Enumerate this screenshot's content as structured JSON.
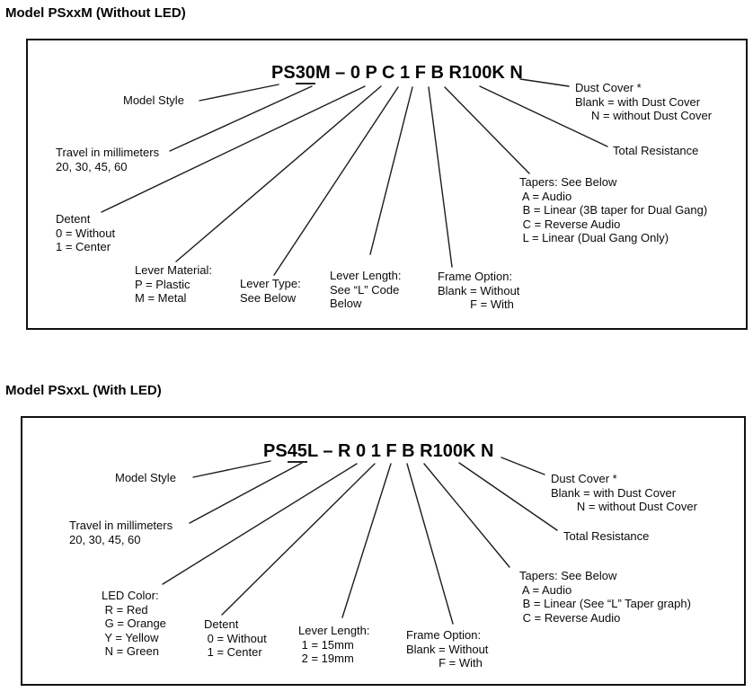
{
  "diagram1": {
    "title": "Model PSxxM (Without LED)",
    "part_number": {
      "prefix": "PS",
      "travel_code": "30",
      "suffix": "M – 0 P C 1 F B R100K N"
    },
    "labels": {
      "model_style": "Model Style",
      "travel": [
        "Travel in millimeters",
        "20, 30, 45, 60"
      ],
      "detent": [
        "Detent",
        "0 = Without",
        "1 = Center"
      ],
      "lever_material": [
        "Lever Material:",
        "P = Plastic",
        "M = Metal"
      ],
      "lever_type": [
        "Lever Type:",
        "See Below"
      ],
      "lever_length": [
        "Lever Length:",
        "See “L” Code",
        "Below"
      ],
      "frame_option": [
        "Frame Option:",
        "Blank = Without",
        "          F = With"
      ],
      "tapers": [
        "Tapers: See Below",
        " A = Audio",
        " B = Linear (3B taper for Dual Gang)",
        " C = Reverse Audio",
        " L = Linear (Dual Gang Only)"
      ],
      "total_resistance": "Total Resistance",
      "dust_cover": [
        "Dust Cover *",
        "Blank = with Dust Cover",
        "     N = without Dust Cover"
      ]
    }
  },
  "diagram2": {
    "title": "Model PSxxL (With LED)",
    "part_number": {
      "prefix": "PS",
      "travel_code": "45",
      "suffix": "L – R 0 1 F B R100K N"
    },
    "labels": {
      "model_style": "Model Style",
      "travel": [
        "Travel in millimeters",
        "20, 30, 45, 60"
      ],
      "led_color": [
        "LED Color:",
        " R = Red",
        " G = Orange",
        " Y = Yellow",
        " N = Green"
      ],
      "detent": [
        "Detent",
        " 0 = Without",
        " 1 = Center"
      ],
      "lever_length": [
        "Lever Length:",
        " 1 = 15mm",
        " 2 = 19mm"
      ],
      "frame_option": [
        "Frame Option:",
        "Blank = Without",
        "          F = With"
      ],
      "tapers": [
        "Tapers: See Below",
        " A = Audio",
        " B = Linear (See “L” Taper graph)",
        " C = Reverse Audio"
      ],
      "total_resistance": "Total Resistance",
      "dust_cover": [
        "Dust Cover *",
        "Blank = with Dust Cover",
        "        N = without Dust Cover"
      ]
    }
  }
}
